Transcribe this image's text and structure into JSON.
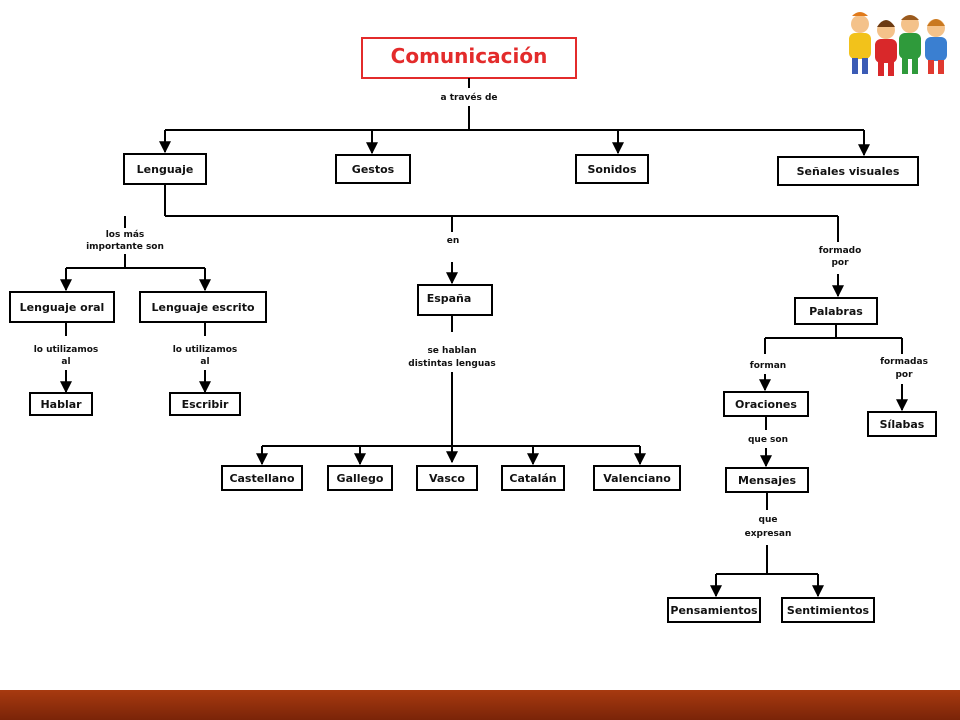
{
  "title": "Comunicación",
  "colors": {
    "title": "#e32b2b",
    "footer_dark": "#7a2408",
    "footer_light": "#a83a10"
  },
  "connectors": {
    "a_traves_de": "a través de",
    "los_mas_importante_l1": "los más",
    "los_mas_importante_l2": "importante son",
    "en": "en",
    "formado_por_l1": "formado",
    "formado_por_l2": "por",
    "lo_utilizamos_oral_l1": "lo utilizamos",
    "lo_utilizamos_oral_l2": "al",
    "lo_utilizamos_escrito_l1": "lo utilizamos",
    "lo_utilizamos_escrito_l2": "al",
    "se_hablan_l1": "se hablan",
    "se_hablan_l2": "distintas lenguas",
    "forman": "forman",
    "formadas_por_l1": "formadas",
    "formadas_por_l2": "por",
    "que_son": "que son",
    "que_expresan_l1": "que",
    "que_expresan_l2": "expresan"
  },
  "nodes": {
    "lenguaje": "Lenguaje",
    "gestos": "Gestos",
    "sonidos": "Sonidos",
    "senales": "Señales visuales",
    "lenguaje_oral": "Lenguaje oral",
    "lenguaje_escrito": "Lenguaje escrito",
    "espana": "España",
    "palabras": "Palabras",
    "hablar": "Hablar",
    "escribir": "Escribir",
    "castellano": "Castellano",
    "gallego": "Gallego",
    "vasco": "Vasco",
    "catalan": "Catalán",
    "valenciano": "Valenciano",
    "oraciones": "Oraciones",
    "silabas": "Sílabas",
    "mensajes": "Mensajes",
    "pensamientos": "Pensamientos",
    "sentimientos": "Sentimientos"
  },
  "clipart": {
    "icon": "children-group-icon"
  }
}
